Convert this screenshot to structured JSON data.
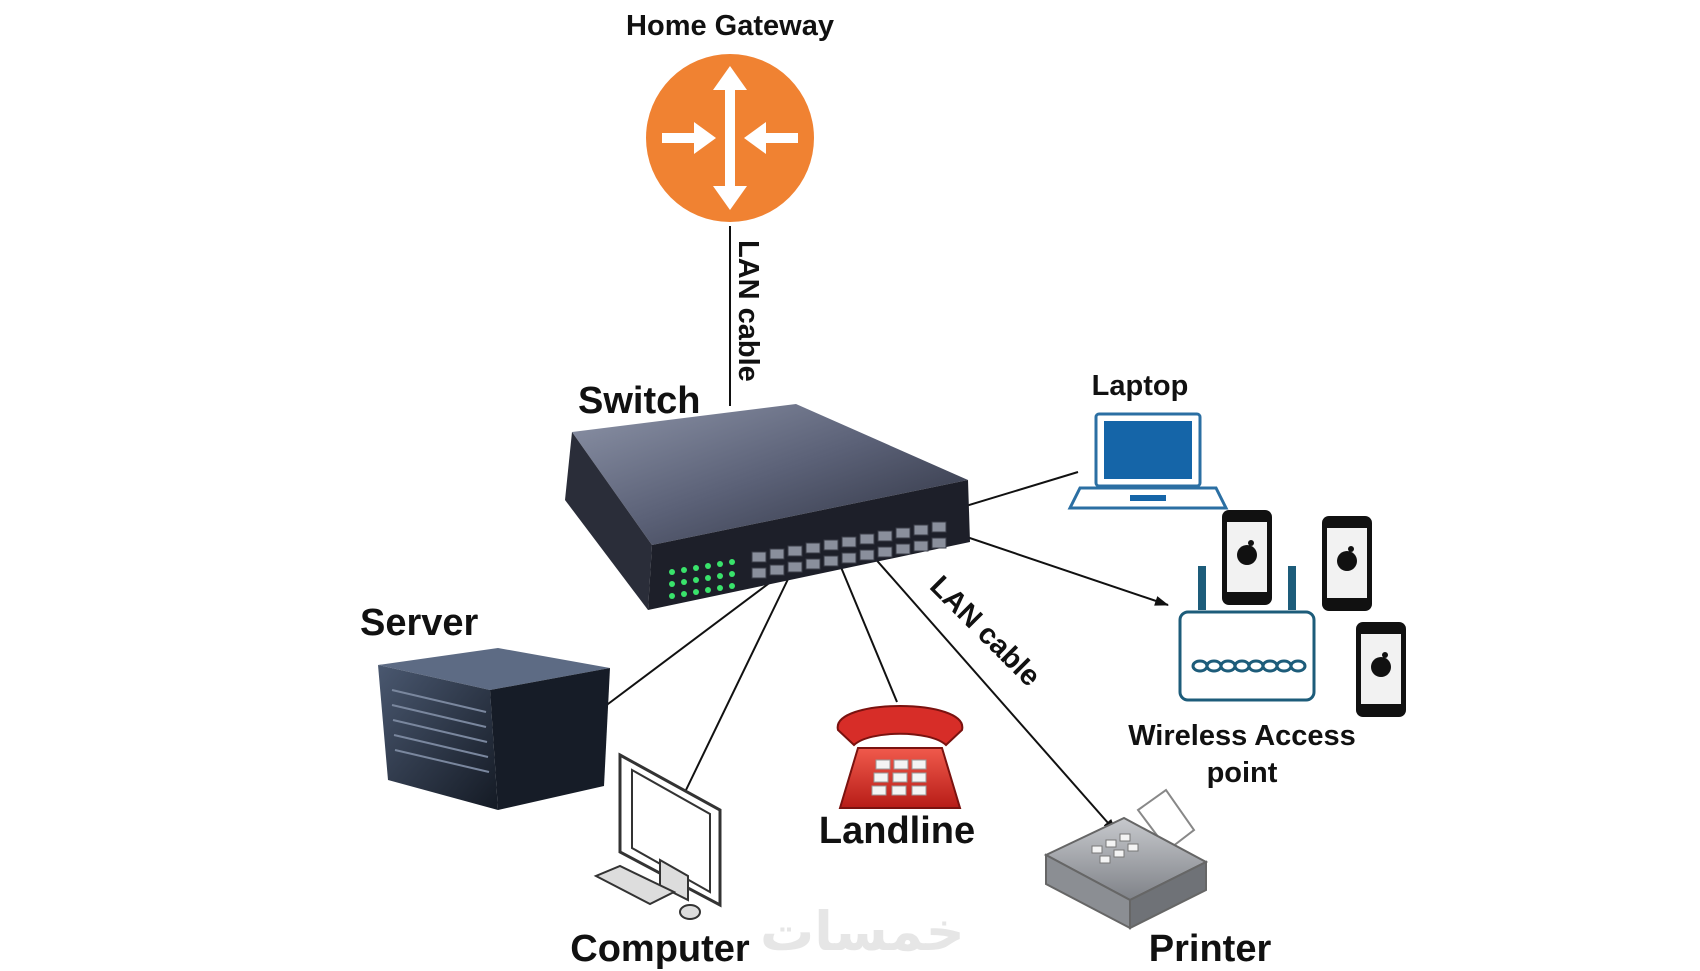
{
  "labels": {
    "gateway": "Home Gateway",
    "switch": "Switch",
    "laptop": "Laptop",
    "server": "Server",
    "wap": "Wireless Access point",
    "landline": "Landline",
    "computer": "Computer",
    "printer": "Printer",
    "lan_cable_top": "LAN cable",
    "lan_cable_mid": "LAN cable"
  },
  "watermark": "خمسات",
  "colors": {
    "router": "#F08232",
    "router_arrow": "#FFFFFF",
    "switch_body": "#3A3F52",
    "switch_led": "#39E36B",
    "laptop_screen": "#1565A8",
    "laptop_outline": "#2B6FA3",
    "wap_outline": "#1D5C7A",
    "phone_body": "#111111",
    "phone_screen": "#F2F2F2",
    "telephone": "#D72D28",
    "server_body": "#1F2836",
    "printer_body": "#9FA2A8"
  },
  "icons": [
    "router-icon",
    "switch-icon",
    "laptop-icon",
    "smartphone-icon",
    "wireless-access-point-icon",
    "server-icon",
    "telephone-icon",
    "desktop-computer-icon",
    "printer-icon"
  ]
}
